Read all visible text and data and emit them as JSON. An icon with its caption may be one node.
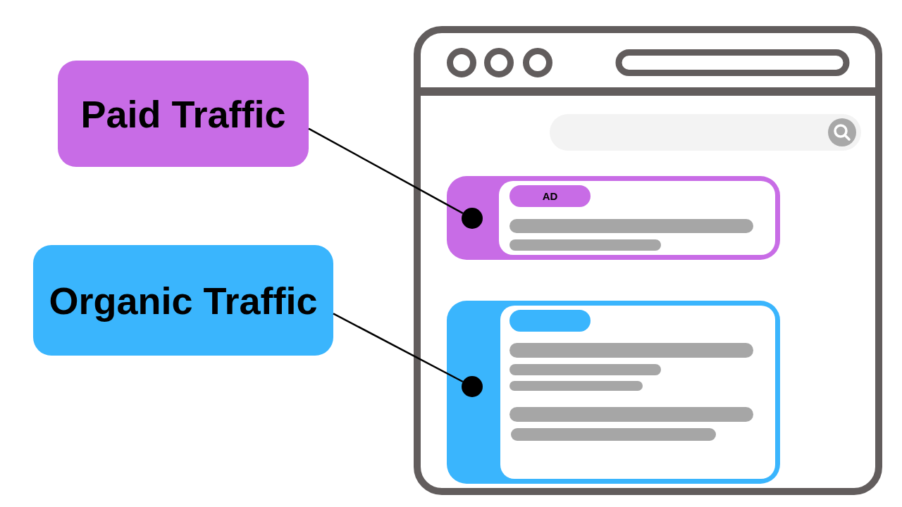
{
  "diagram": {
    "nodes": [
      {
        "text": [
          "Paid Traffic"
        ]
      },
      {
        "text": [
          "Organic Traffic"
        ]
      },
      {
        "text": [],
        "shape": "box"
      },
      {
        "text": [],
        "shape": "box",
        "in": 2
      },
      {
        "text": [
          "AD"
        ],
        "in": 3
      },
      {
        "text": [],
        "shape": "circle",
        "in": 3
      },
      {
        "text": [],
        "shape": "box",
        "in": 2
      },
      {
        "text": [],
        "shape": "box",
        "in": 6
      },
      {
        "text": [],
        "shape": "circle",
        "in": 6
      }
    ],
    "edges": [
      {
        "from": 0,
        "to": 5,
        "arrow": "none"
      },
      {
        "from": 1,
        "to": 8,
        "arrow": "none"
      }
    ]
  }
}
